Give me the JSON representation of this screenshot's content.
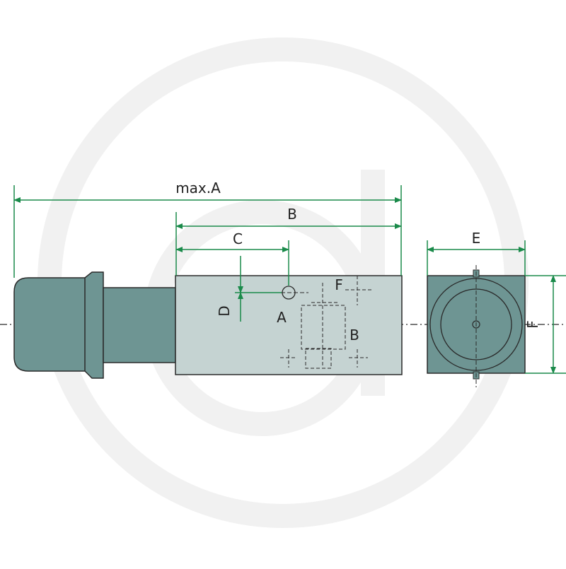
{
  "labels": {
    "max_a": "max.A",
    "b": "B",
    "c": "C",
    "d": "D",
    "e": "E",
    "f_side": "F",
    "port_a": "A",
    "port_b": "B",
    "port_f": "F"
  },
  "colors": {
    "dimension": "#1a8a4a",
    "body_dark": "#6e9593",
    "body_light": "#c5d3d2",
    "outline": "#2a2a2a",
    "watermark": "#f1f1f1",
    "background": "#ffffff"
  }
}
